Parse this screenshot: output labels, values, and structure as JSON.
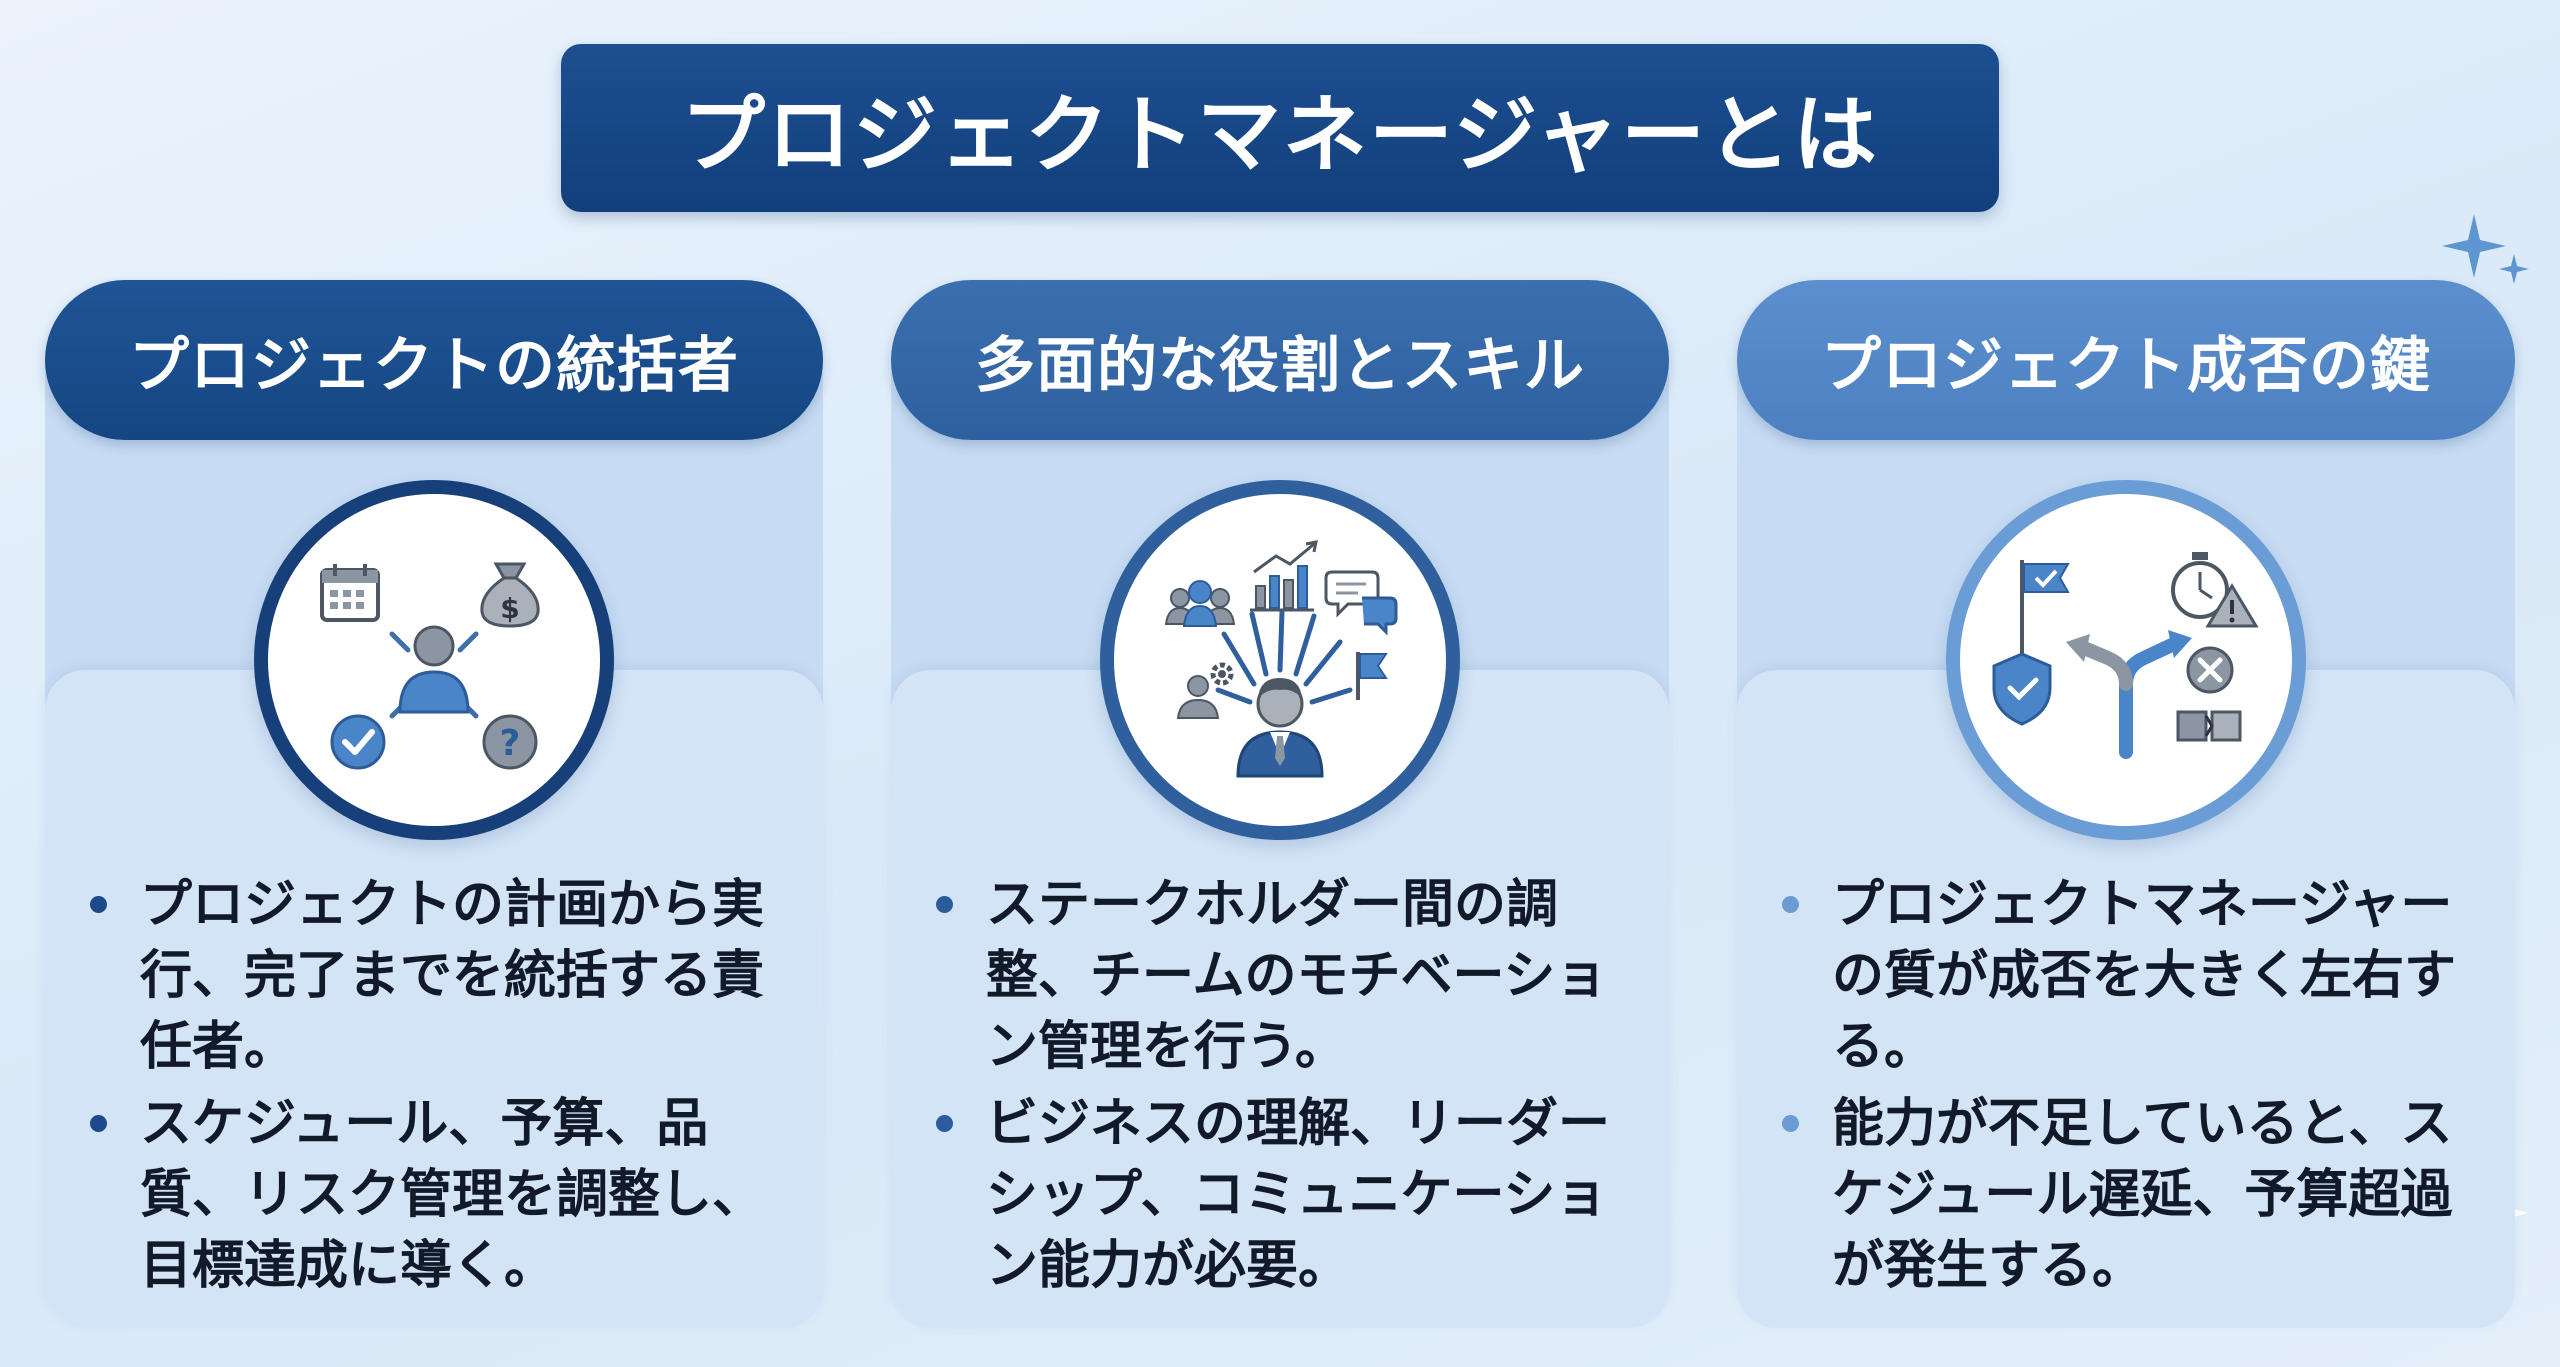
{
  "title": "プロジェクトマネージャーとは",
  "cards": [
    {
      "header": "プロジェクトの統括者",
      "icon": "project-coordinator-icon",
      "bullets": [
        "プロジェクトの計画から実行、完了までを統括する責任者。",
        "スケジュール、予算、品質、リスク管理を調整し、目標達成に導く。"
      ]
    },
    {
      "header": "多面的な役割とスキル",
      "icon": "multifaceted-skills-icon",
      "bullets": [
        "ステークホルダー間の調整、チームのモチベーション管理を行う。",
        "ビジネスの理解、リーダーシップ、コミュニケーション能力が必要。"
      ]
    },
    {
      "header": "プロジェクト成否の鍵",
      "icon": "success-key-icon",
      "bullets": [
        "プロジェクトマネージャーの質が成否を大きく左右する。",
        "能力が不足していると、スケジュール遅延、予算超過が発生する。"
      ]
    }
  ],
  "colors": {
    "title_bg": "#173f7c",
    "card1_accent": "#173f7a",
    "card2_accent": "#2f5f9c",
    "card3_accent": "#6a9dd6",
    "icon_blue": "#4a84c9",
    "icon_gray": "#8c96a3"
  }
}
